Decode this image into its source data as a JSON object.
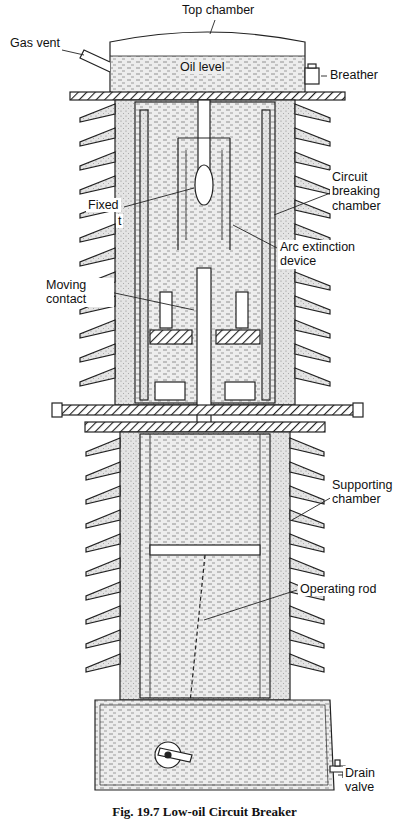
{
  "diagram": {
    "caption": "Fig. 19.7 Low-oil Circuit Breaker",
    "labels": [
      "Top chamber",
      "Gas vent",
      "Oil level",
      "Breather",
      "Fixed",
      "t",
      "Circuit breaking chamber",
      "Arc extinction device",
      "Moving contact",
      "Supporting chamber",
      "Operating rod",
      "Drain valve"
    ]
  }
}
